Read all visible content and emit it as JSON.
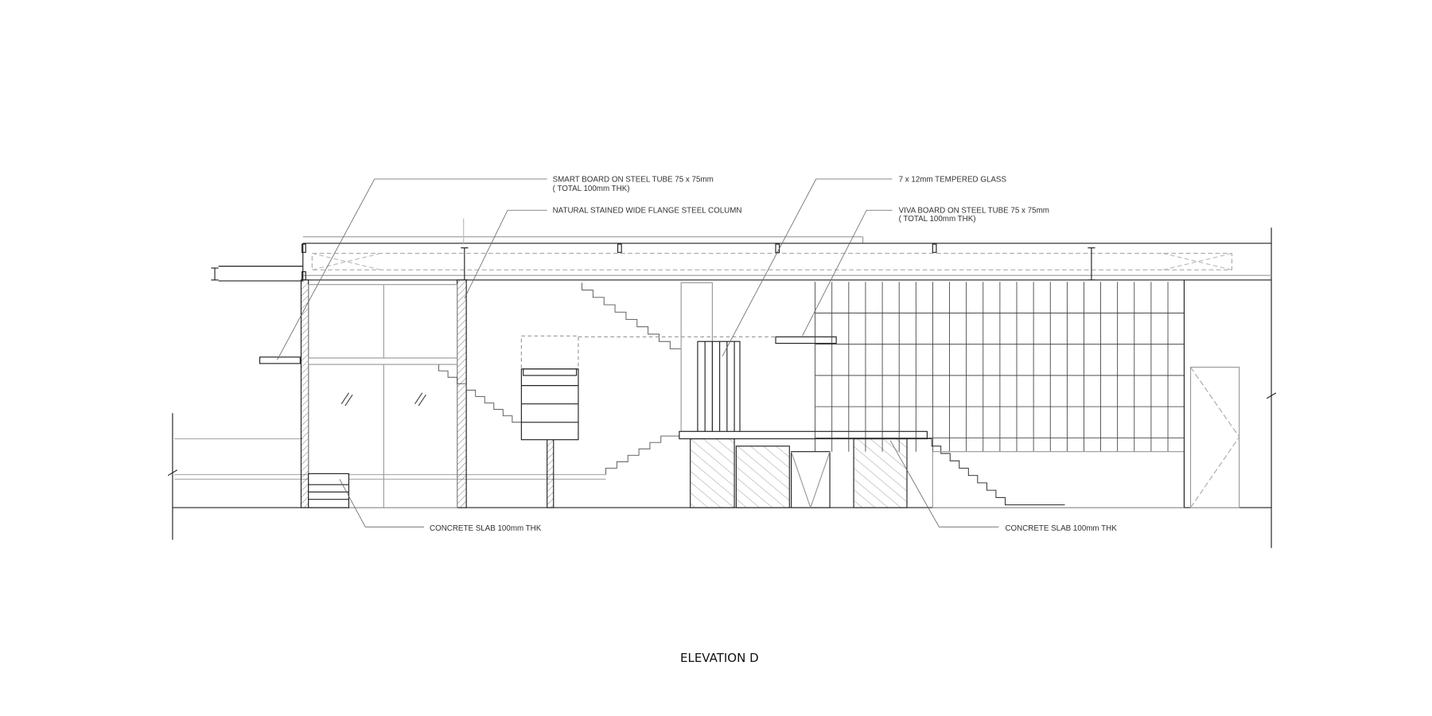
{
  "drawing": {
    "title": "ELEVATION D",
    "annotations": [
      {
        "line1": "SMART BOARD ON STEEL TUBE 75 x 75mm",
        "line2": "( TOTAL 100mm THK)"
      },
      {
        "line1": "NATURAL STAINED WIDE FLANGE STEEL COLUMN"
      },
      {
        "line1": "7 x 12mm TEMPERED GLASS"
      },
      {
        "line1": "VIVA BOARD ON STEEL TUBE 75 x 75mm",
        "line2": "( TOTAL 100mm THK)"
      },
      {
        "line1": "CONCRETE SLAB 100mm THK"
      },
      {
        "line1": "CONCRETE SLAB 100mm THK"
      }
    ]
  },
  "colors": {
    "line": "#222222",
    "light": "#999999",
    "background": "#ffffff"
  }
}
